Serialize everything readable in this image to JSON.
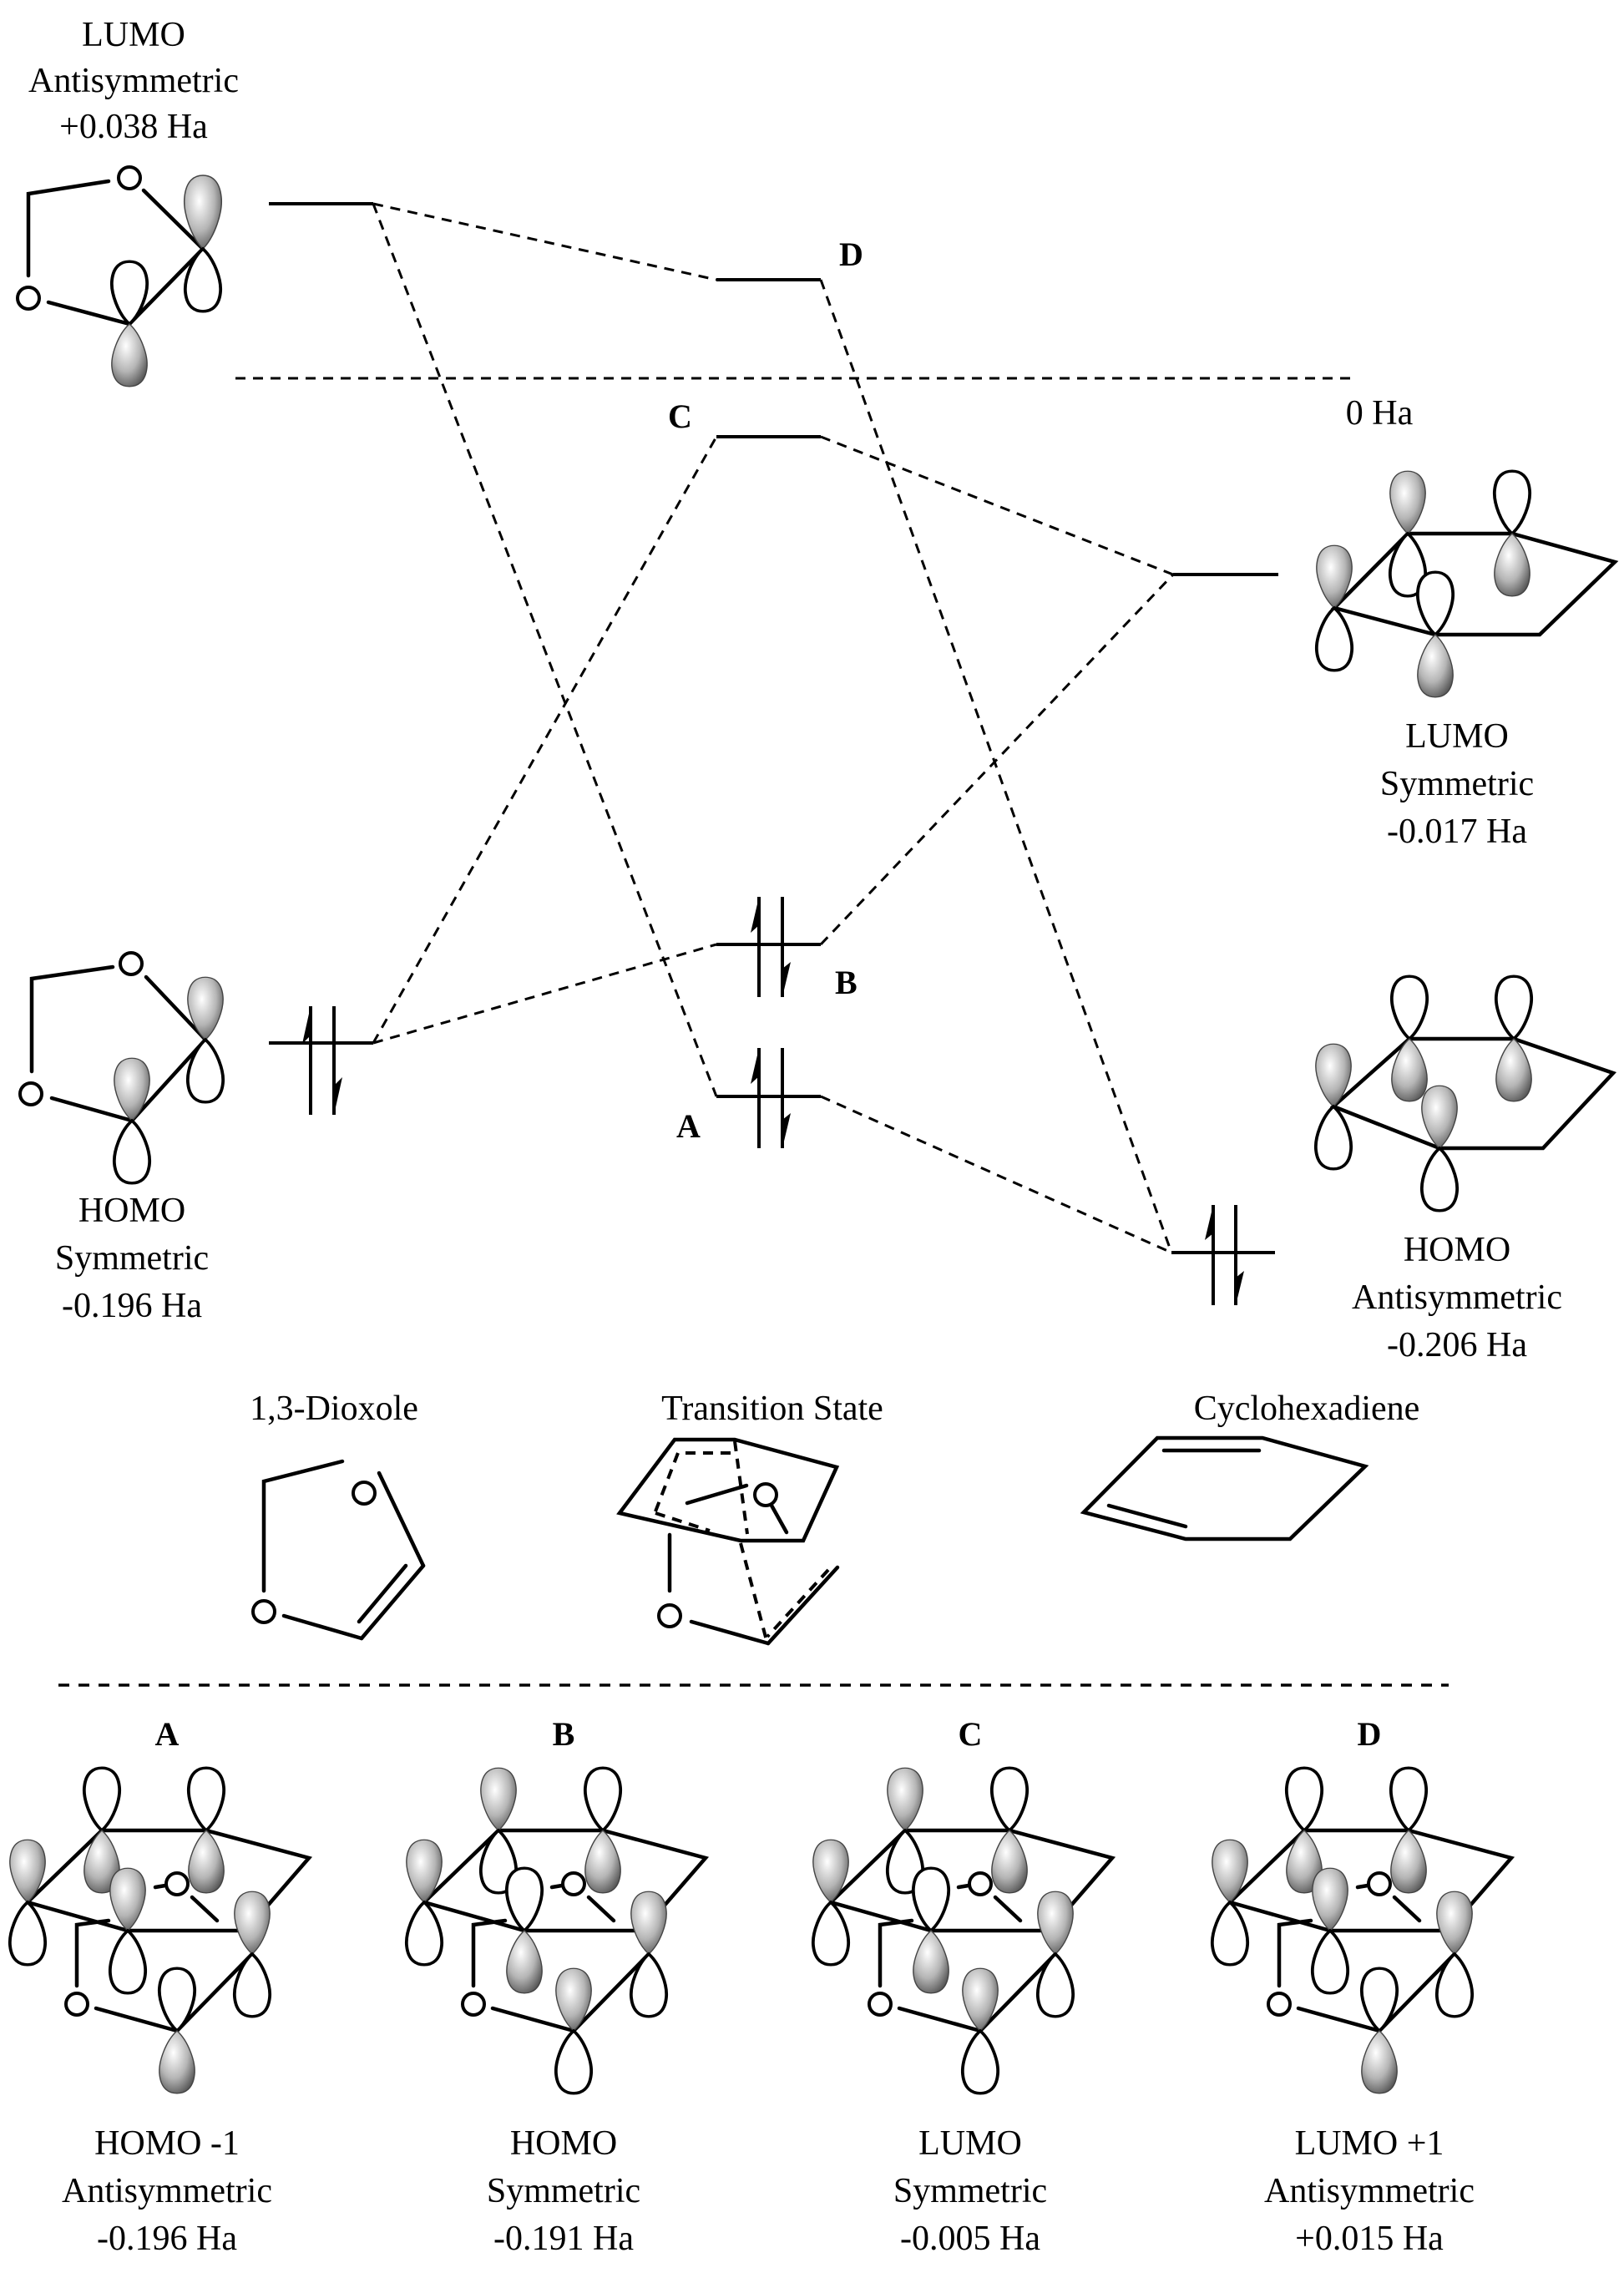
{
  "zero_line": {
    "label": "0 Ha"
  },
  "dioxole": {
    "lumo": {
      "title": "LUMO",
      "symmetry": "Antisymmetric",
      "energy": "+0.038 Ha",
      "energy_ha": 0.038,
      "electrons": 0
    },
    "homo": {
      "title": "HOMO",
      "symmetry": "Symmetric",
      "energy": "-0.196 Ha",
      "energy_ha": -0.196,
      "electrons": 2
    }
  },
  "cyclohexadiene": {
    "lumo": {
      "title": "LUMO",
      "symmetry": "Symmetric",
      "energy": "-0.017 Ha",
      "energy_ha": -0.017,
      "electrons": 0
    },
    "homo": {
      "title": "HOMO",
      "symmetry": "Antisymmetric",
      "energy": "-0.206 Ha",
      "energy_ha": -0.206,
      "electrons": 2
    }
  },
  "transition_state_levels": [
    {
      "letter": "A",
      "electrons": 2
    },
    {
      "letter": "B",
      "electrons": 2
    },
    {
      "letter": "C",
      "electrons": 0
    },
    {
      "letter": "D",
      "electrons": 0
    }
  ],
  "correlations": [
    {
      "from": "dioxole.lumo",
      "to": "D"
    },
    {
      "from": "dioxole.lumo",
      "to": "A"
    },
    {
      "from": "dioxole.homo",
      "to": "C"
    },
    {
      "from": "dioxole.homo",
      "to": "B"
    },
    {
      "from": "D",
      "to": "cyclohexadiene.homo"
    },
    {
      "from": "A",
      "to": "cyclohexadiene.homo"
    },
    {
      "from": "C",
      "to": "cyclohexadiene.lumo"
    },
    {
      "from": "B",
      "to": "cyclohexadiene.lumo"
    }
  ],
  "structures": {
    "dioxole_label": "1,3-Dioxole",
    "ts_label": "Transition State",
    "chd_label": "Cyclohexadiene",
    "atom_o": "O"
  },
  "ts_orbitals": [
    {
      "letter": "A",
      "title": "HOMO -1",
      "symmetry": "Antisymmetric",
      "energy": "-0.196 Ha",
      "energy_ha": -0.196
    },
    {
      "letter": "B",
      "title": "HOMO",
      "symmetry": "Symmetric",
      "energy": "-0.191 Ha",
      "energy_ha": -0.191
    },
    {
      "letter": "C",
      "title": "LUMO",
      "symmetry": "Symmetric",
      "energy": "-0.005 Ha",
      "energy_ha": -0.005
    },
    {
      "letter": "D",
      "title": "LUMO +1",
      "symmetry": "Antisymmetric",
      "energy": "+0.015 Ha",
      "energy_ha": 0.015
    }
  ],
  "colors": {
    "line": "#000000",
    "lobe_fill_light": "#ffffff",
    "lobe_fill_dark": "#555555",
    "background": "#ffffff"
  }
}
